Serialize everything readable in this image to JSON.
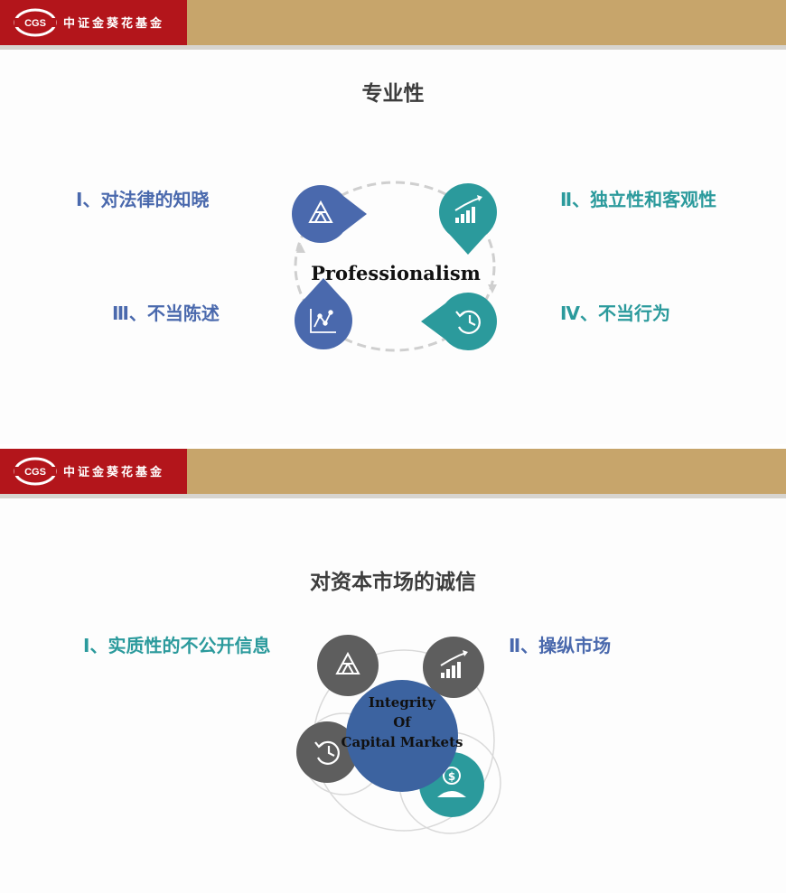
{
  "brand": {
    "name": "中证金葵花基金",
    "logo_text": "CGS",
    "colors": {
      "red": "#b3151b",
      "gold": "#c7a56b"
    }
  },
  "slide1": {
    "title": "专业性",
    "center": "Professionalism",
    "items": [
      {
        "label": "Ⅰ、对法律的知晓",
        "icon": "triangle-icon",
        "color": "#4a69ad"
      },
      {
        "label": "Ⅱ、独立性和客观性",
        "icon": "bar-chart-icon",
        "color": "#2b9a9c"
      },
      {
        "label": "Ⅲ、不当陈述",
        "icon": "scatter-chart-icon",
        "color": "#4a69ad"
      },
      {
        "label": "Ⅳ、不当行为",
        "icon": "history-clock-icon",
        "color": "#2b9a9c"
      }
    ]
  },
  "slide2": {
    "title": "对资本市场的诚信",
    "center_lines": [
      "Integrity",
      "Of",
      "Capital Markets"
    ],
    "items": [
      {
        "label": "Ⅰ、实质性的不公开信息",
        "icon": "triangle-icon",
        "color": "#2b9a9c"
      },
      {
        "label": "Ⅱ、操纵市场",
        "icon": "bar-chart-icon",
        "color": "#4a69ad"
      }
    ],
    "extra_icons": [
      "history-clock-icon",
      "money-user-icon"
    ]
  }
}
